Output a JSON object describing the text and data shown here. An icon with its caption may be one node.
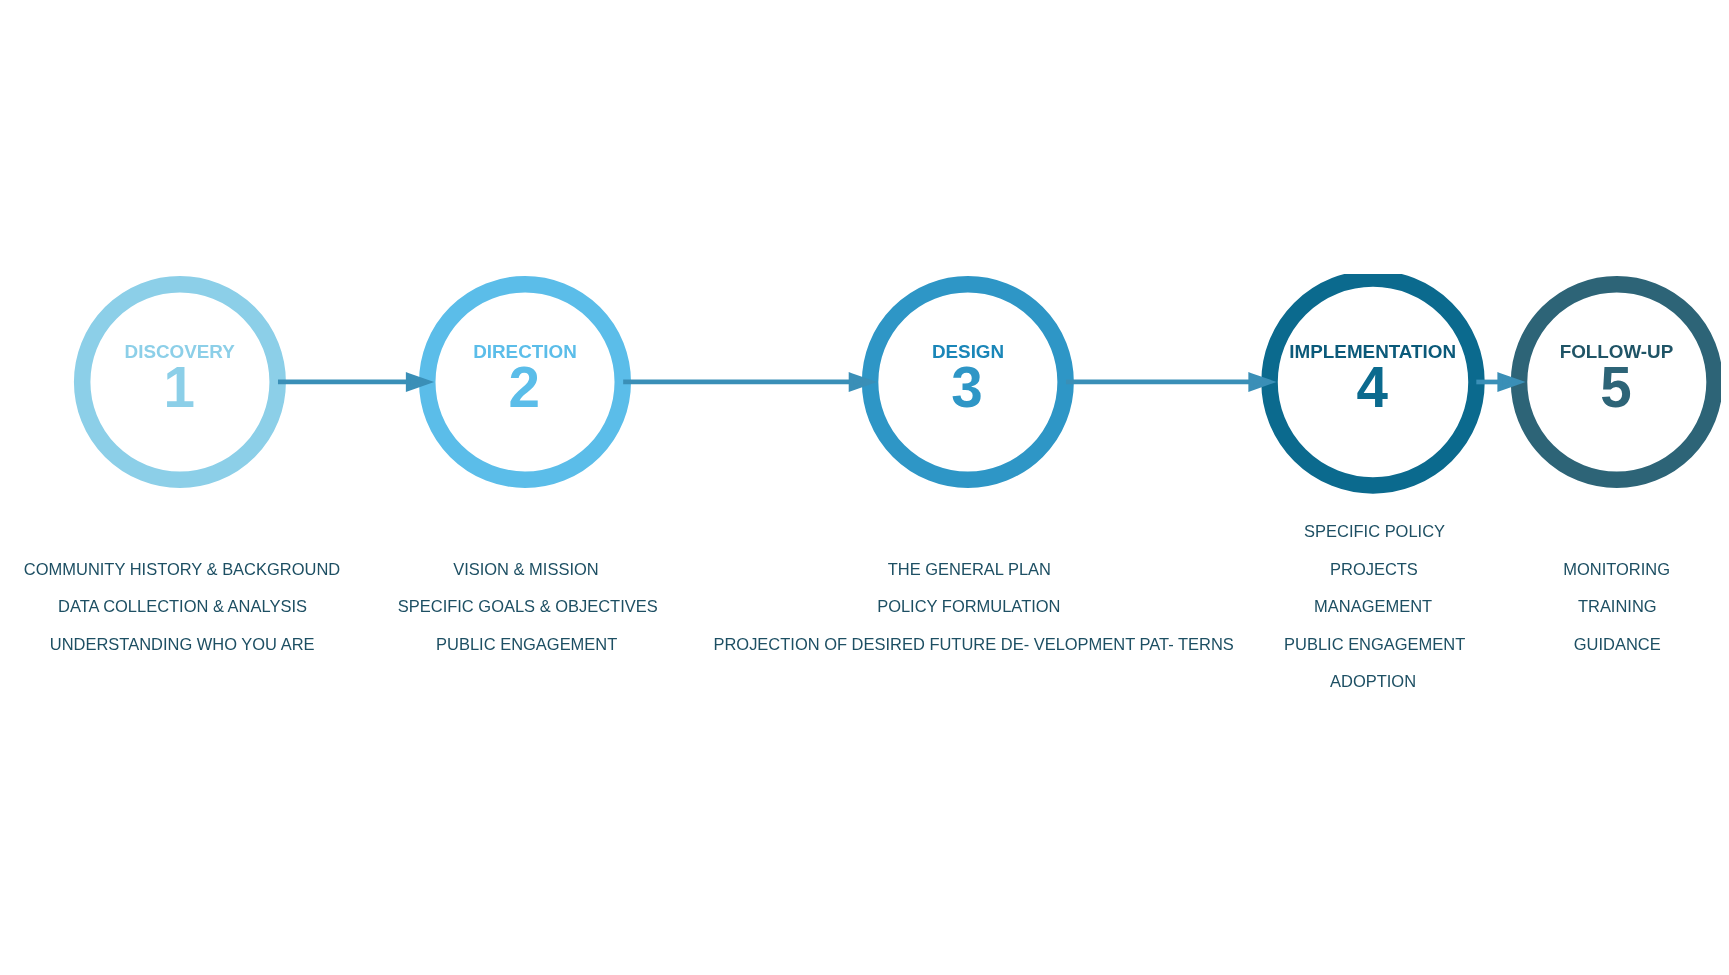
{
  "diagram": {
    "nodes": [
      {
        "text": [
          "DISCOVERY",
          "1"
        ],
        "beside": [
          "COMMUNITY HISTORY & BACKGROUND",
          "DATA COLLECTION & ANALYSIS",
          "UNDERSTANDING WHO YOU ARE"
        ]
      },
      {
        "text": [
          "DIRECTION",
          "2"
        ],
        "beside": [
          "VISION & MISSION",
          "SPECIFIC GOALS & OBJECTIVES",
          "PUBLIC ENGAGEMENT"
        ]
      },
      {
        "text": [
          "DESIGN",
          "3"
        ],
        "beside": [
          "THE GENERAL PLAN",
          "POLICY FORMULATION",
          "PROJECTION OF DESIRED FUTURE DE- VELOPMENT PAT- TERNS"
        ]
      },
      {
        "text": [
          "IMPLEMENTATION",
          "4"
        ],
        "beside": [
          "SPECIFIC POLICY",
          "PROJECTS",
          "MANAGEMENT",
          "PUBLIC ENGAGEMENT",
          "ADOPTION"
        ]
      },
      {
        "text": [
          "FOLLOW-UP",
          "5"
        ],
        "beside": [
          "MONITORING",
          "TRAINING",
          "GUIDANCE"
        ]
      }
    ],
    "edges": [
      {
        "from": 0,
        "to": 1,
        "arrow": "to"
      },
      {
        "from": 1,
        "to": 2,
        "arrow": "to"
      },
      {
        "from": 2,
        "to": 3,
        "arrow": "to"
      },
      {
        "from": 3,
        "to": 4,
        "arrow": "to"
      }
    ]
  }
}
